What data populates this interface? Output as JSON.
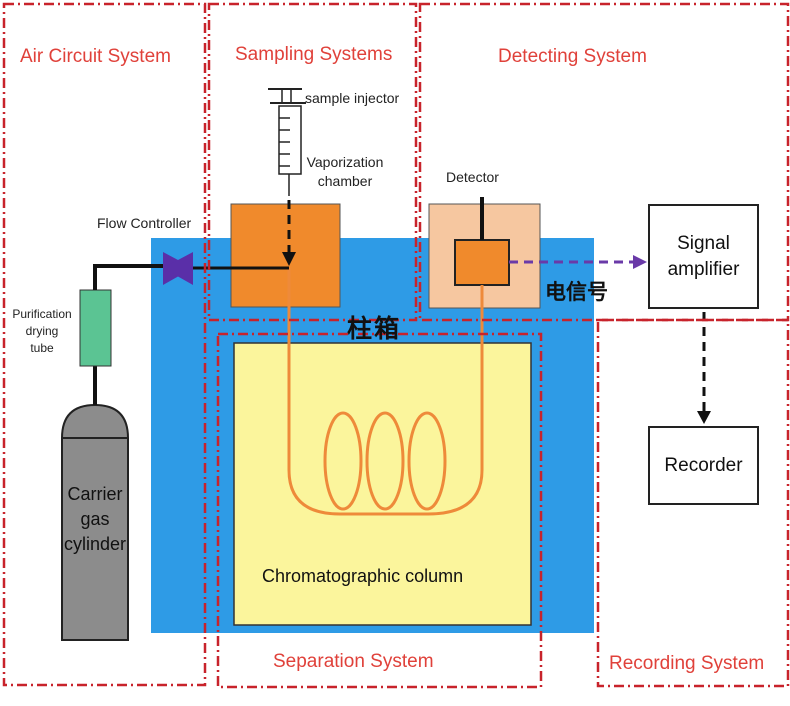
{
  "regions": {
    "air_circuit": "Air Circuit System",
    "sampling": "Sampling Systems",
    "detecting": "Detecting System",
    "separation": "Separation System",
    "recording": "Recording System"
  },
  "components": {
    "sample_injector": "sample injector",
    "vaporization_chamber": [
      "Vaporization",
      "chamber"
    ],
    "detector": "Detector",
    "flow_controller": "Flow Controller",
    "purification_tube": [
      "Purification",
      "drying",
      "tube"
    ],
    "carrier_gas": [
      "Carrier",
      "gas",
      "cylinder"
    ],
    "column_oven": "柱箱",
    "chromatographic_column": "Chromatographic column",
    "electrical_signal": "电信号",
    "signal_amplifier": [
      "Signal",
      "amplifier"
    ],
    "recorder": "Recorder"
  },
  "colors": {
    "region_border": "#c8232b",
    "region_title": "#e0413a",
    "oven": "#2e9be6",
    "column_fill": "#fbf59c",
    "chamber": "#f08a2c",
    "detector_outer": "#f6c7a0",
    "purification_tube": "#5bc493",
    "cylinder": "#8c8c8c",
    "valve": "#5a2fa8",
    "signal_arrow": "#6a3aa8",
    "coil": "#ee8a3a"
  }
}
